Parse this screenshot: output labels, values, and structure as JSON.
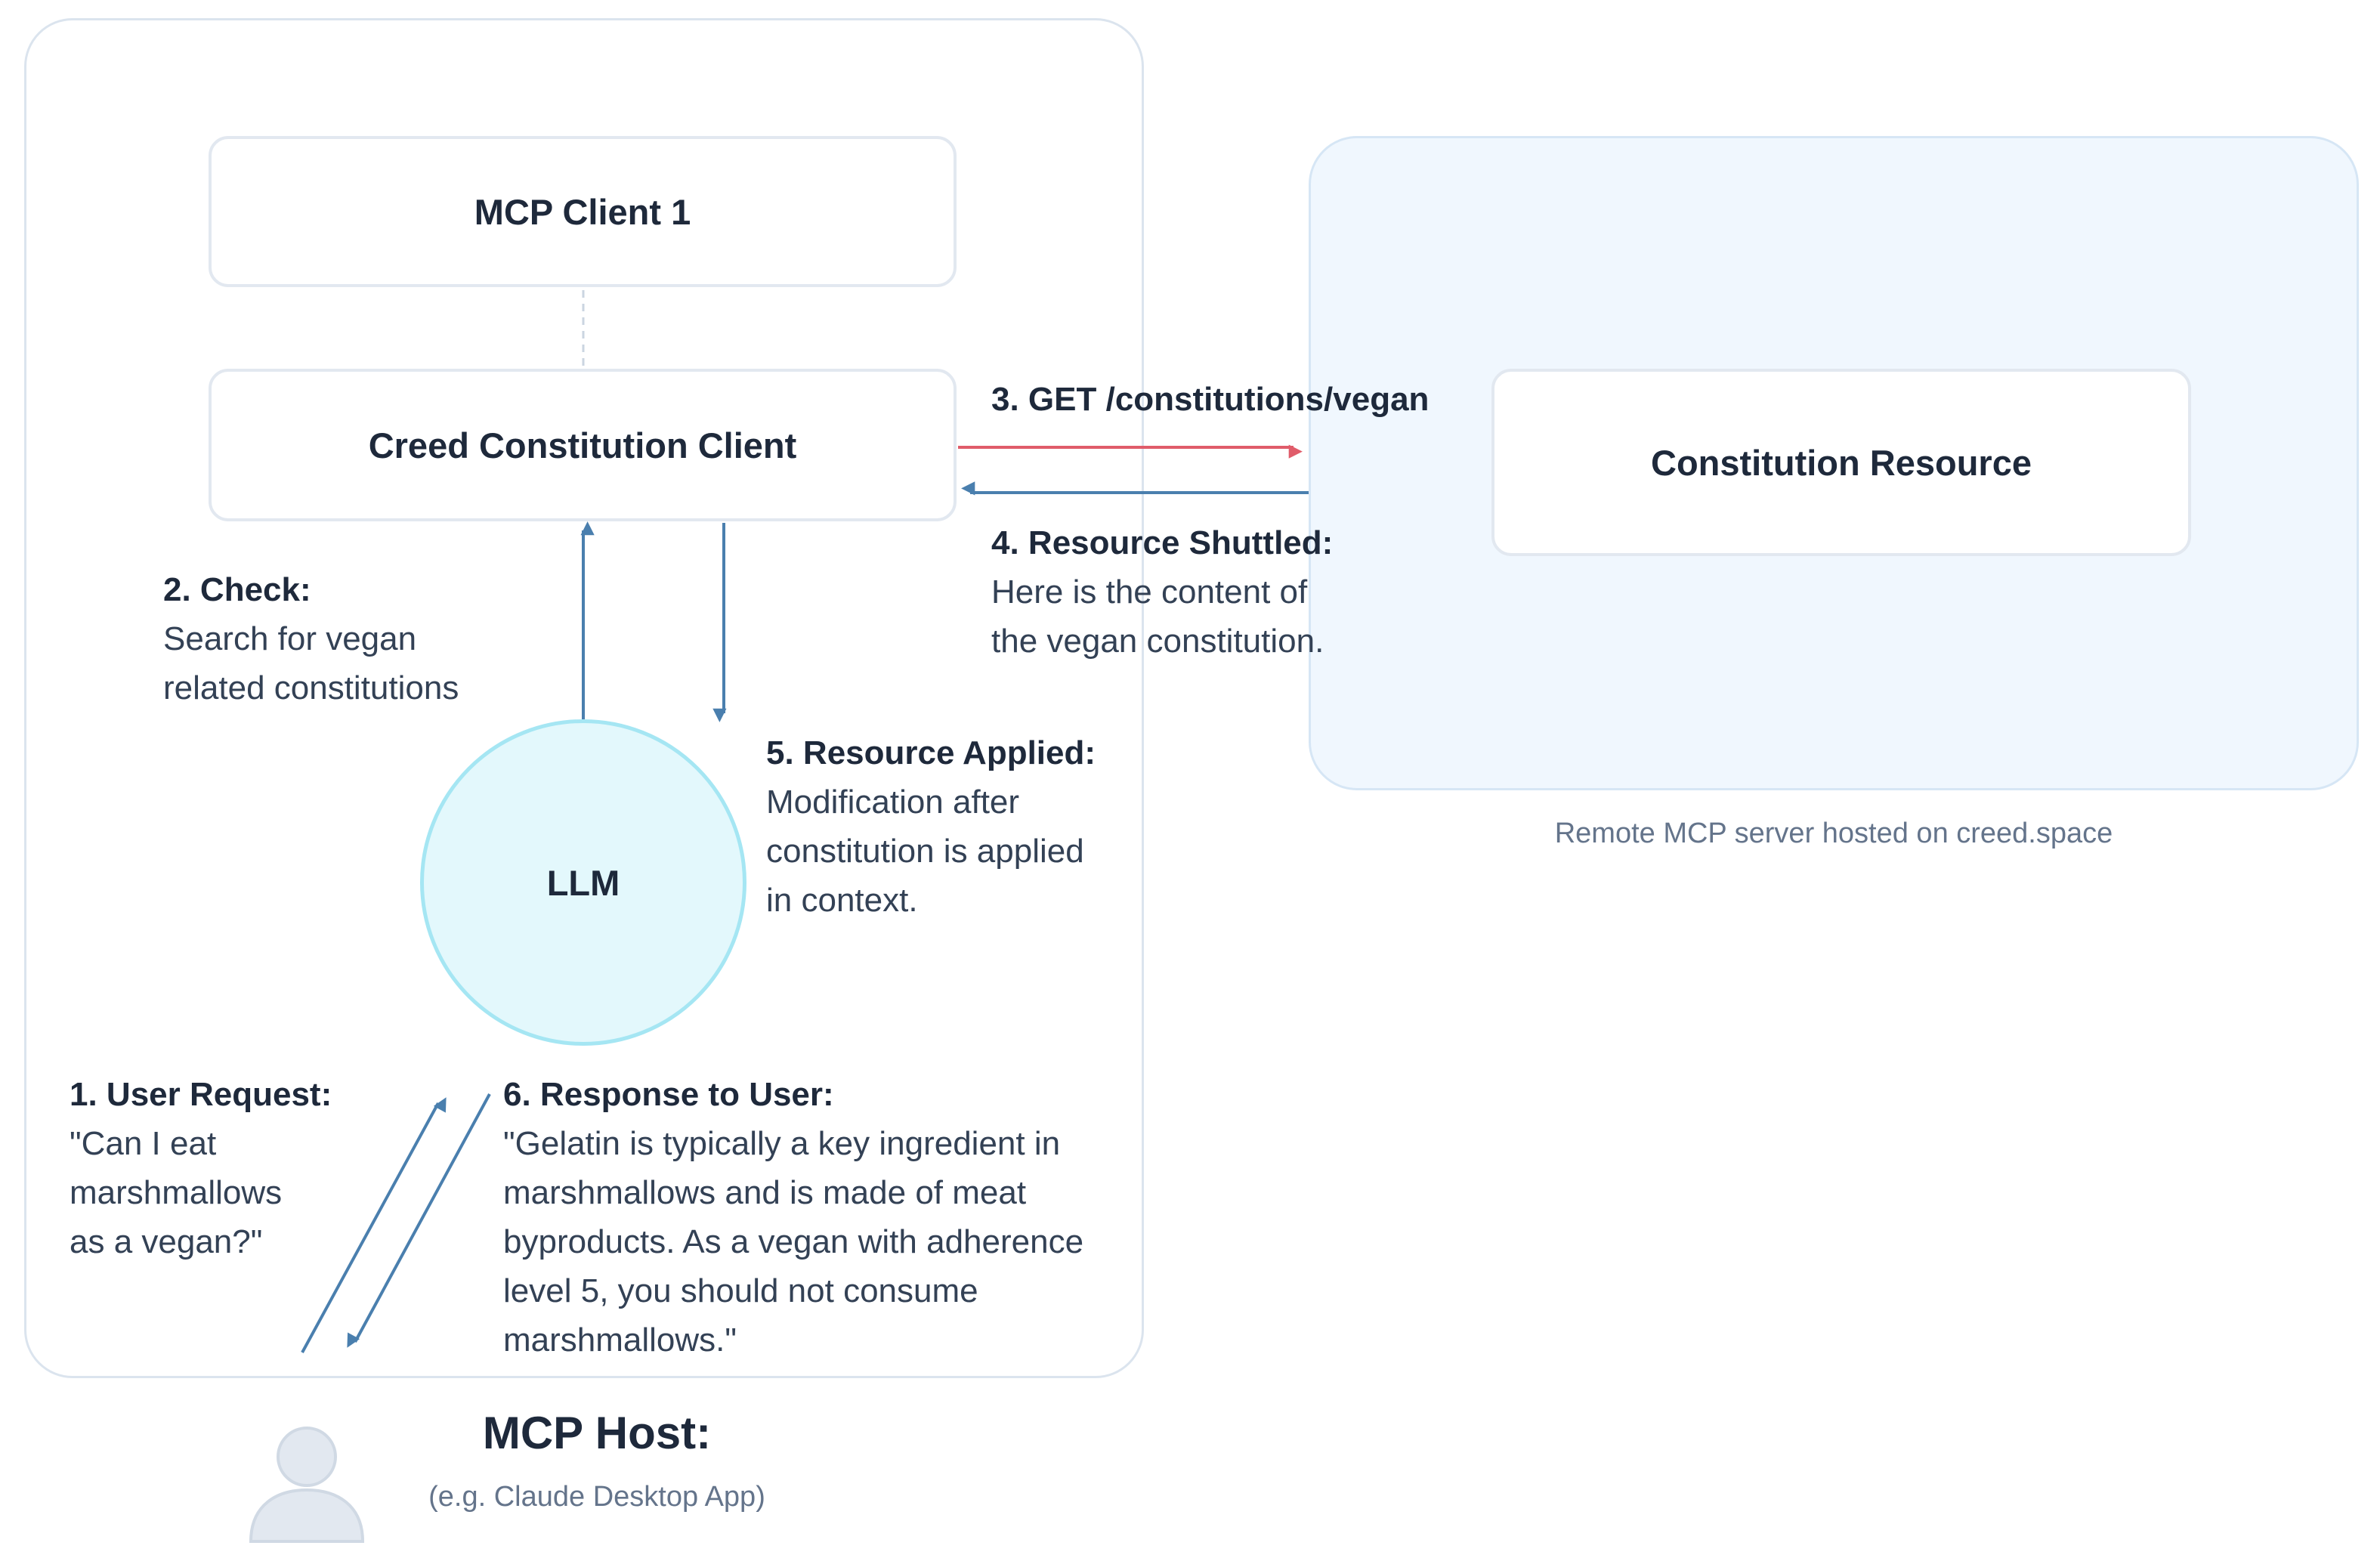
{
  "host": {
    "title": "MCP Host:",
    "subtitle": "(e.g. Claude Desktop App)"
  },
  "clients": {
    "mcp_client_1": "MCP Client 1",
    "creed_client": "Creed Constitution Client"
  },
  "llm": {
    "label": "LLM"
  },
  "server": {
    "resource": "Constitution Resource",
    "caption": "Remote MCP server hosted on creed.space"
  },
  "steps": {
    "step1": {
      "title": "1. User Request:",
      "lines": [
        "\"Can I eat",
        "marshmallows",
        "as a vegan?\""
      ]
    },
    "step2": {
      "title": "2. Check:",
      "lines": [
        "Search for vegan",
        "related constitutions"
      ]
    },
    "step3": {
      "title": "3. GET /constitutions/vegan"
    },
    "step4": {
      "title": "4. Resource Shuttled:",
      "lines": [
        "Here is the content of",
        "the vegan constitution."
      ]
    },
    "step5": {
      "title": "5. Resource Applied:",
      "lines": [
        "Modification after",
        "constitution is applied",
        "in context."
      ]
    },
    "step6": {
      "title": "6. Response to User:",
      "lines": [
        "\"Gelatin is typically a key ingredient in",
        "marshmallows and is made of meat",
        "byproducts. As a vegan with adherence",
        "level 5, you should not consume",
        "marshmallows.\""
      ]
    }
  },
  "colors": {
    "request_arrow": "#e05c6a",
    "flow_arrow": "#4a7fae",
    "llm_fill": "#e3f8fc",
    "llm_border": "#a5e6f3",
    "server_fill": "#f0f7fe"
  },
  "icons": {
    "user": "user-icon"
  }
}
